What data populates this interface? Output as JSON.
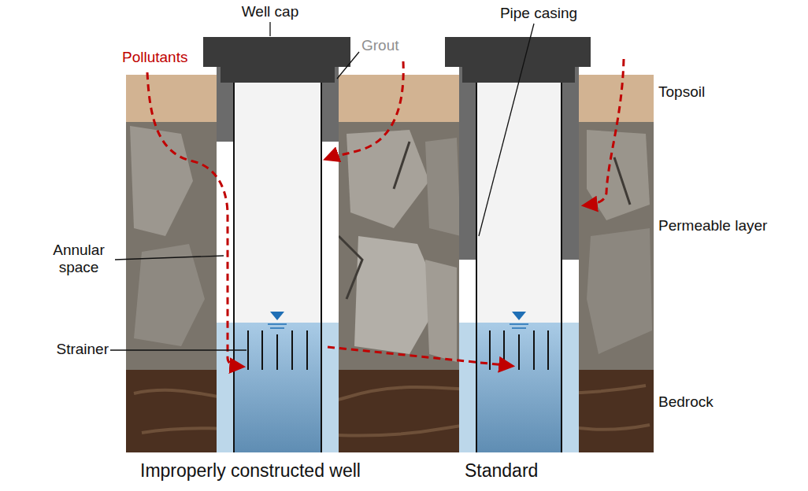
{
  "diagram": {
    "labels": [
      "Well cap",
      "Pipe casing",
      "Pollutants",
      "Grout",
      "Topsoil",
      "Permeable layer",
      "Annular space",
      "Strainer",
      "Bedrock",
      "Improperly constructed well",
      "Standard"
    ]
  }
}
